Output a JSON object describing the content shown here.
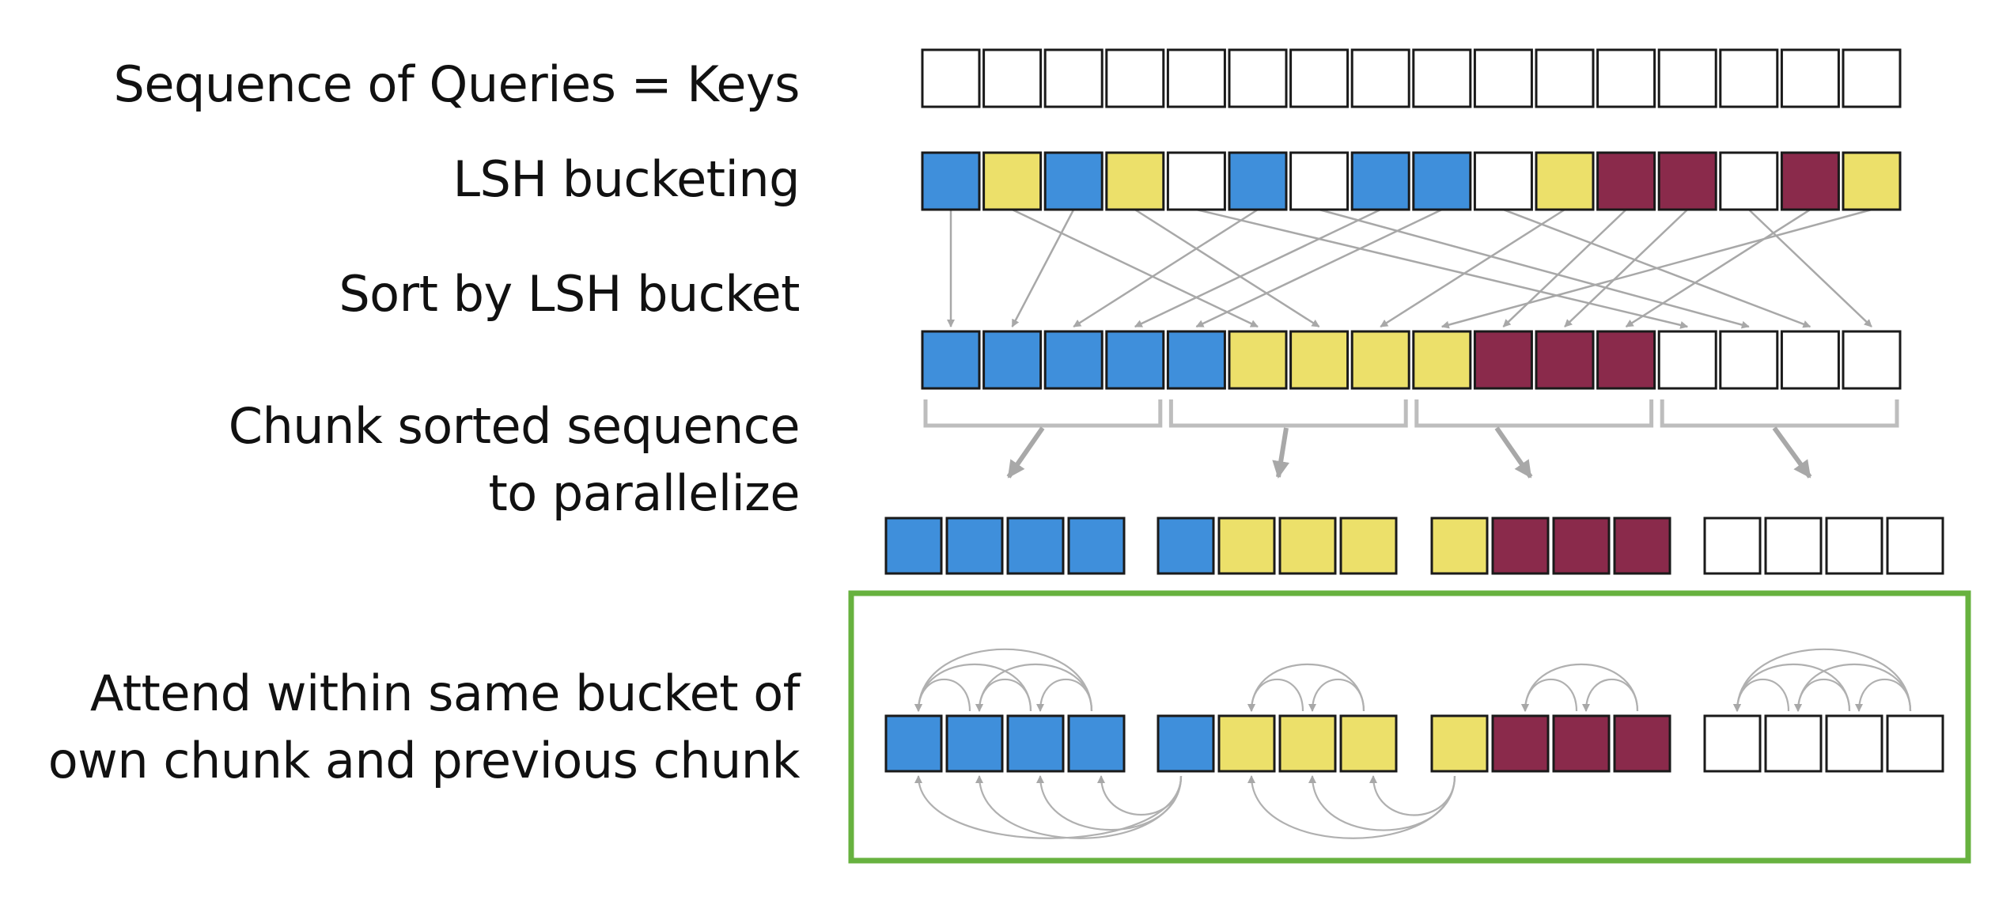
{
  "labels": {
    "sequence": "Sequence of Queries = Keys",
    "lsh_bucketing": "LSH bucketing",
    "sort": "Sort by LSH bucket",
    "chunk_line1": "Chunk sorted sequence",
    "chunk_line2": "to parallelize",
    "attend_line1": "Attend within same bucket of",
    "attend_line2": "own chunk and previous chunk"
  },
  "colors": {
    "blue": "#3f8fdb",
    "yellow": "#ece06a",
    "maroon": "#8a2a4b",
    "white": "#ffffff",
    "cell_border": "#1a1a1a",
    "arrow": "#a8a8a8",
    "highlight_box": "#67b23f"
  },
  "rows": {
    "sequence": [
      "W",
      "W",
      "W",
      "W",
      "W",
      "W",
      "W",
      "W",
      "W",
      "W",
      "W",
      "W",
      "W",
      "W",
      "W",
      "W"
    ],
    "lsh": [
      "B",
      "Y",
      "B",
      "Y",
      "W",
      "B",
      "W",
      "B",
      "B",
      "W",
      "Y",
      "M",
      "M",
      "W",
      "M",
      "Y"
    ],
    "sorted": [
      "B",
      "B",
      "B",
      "B",
      "B",
      "Y",
      "Y",
      "Y",
      "Y",
      "M",
      "M",
      "M",
      "W",
      "W",
      "W",
      "W"
    ],
    "chunks": [
      [
        "B",
        "B",
        "B",
        "B"
      ],
      [
        "B",
        "Y",
        "Y",
        "Y"
      ],
      [
        "Y",
        "M",
        "M",
        "M"
      ],
      [
        "W",
        "W",
        "W",
        "W"
      ]
    ]
  },
  "sort_mapping": [
    0,
    5,
    1,
    6,
    12,
    2,
    13,
    3,
    4,
    14,
    7,
    9,
    10,
    15,
    11,
    8
  ]
}
